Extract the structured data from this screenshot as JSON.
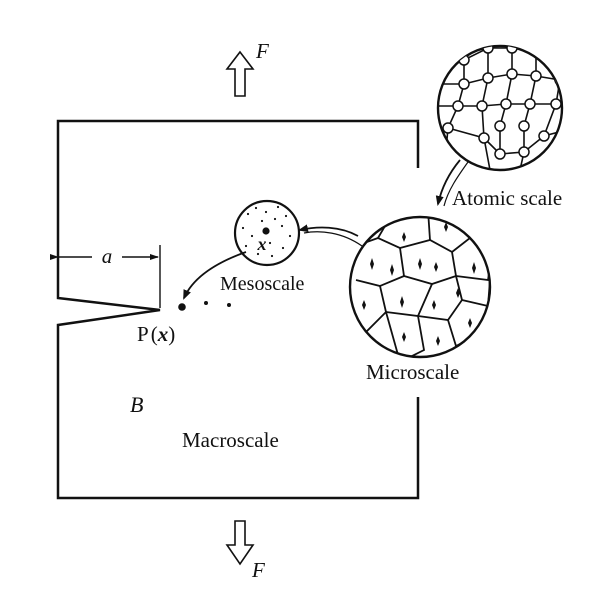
{
  "labels": {
    "force_top": "F",
    "force_bottom": "F",
    "crack_length": "a",
    "body": "B",
    "macroscale": "Macroscale",
    "mesoscale": "Mesoscale",
    "microscale": "Microscale",
    "atomic_scale": "Atomic scale",
    "point_label": "P",
    "point_var_open": "(",
    "point_var": "x",
    "point_var_close": ")",
    "meso_point": "x"
  },
  "colors": {
    "stroke": "#111111",
    "background": "#ffffff"
  }
}
